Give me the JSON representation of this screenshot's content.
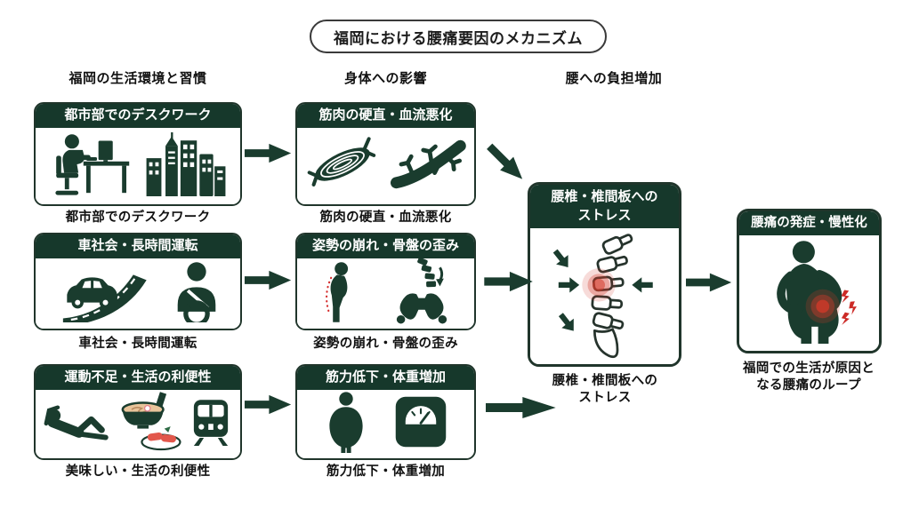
{
  "title": "福岡における腰痛要因のメカニズム",
  "column_headers": [
    "福岡の生活環境と習慣",
    "身体への影響",
    "腰への負担増加"
  ],
  "causes": [
    {
      "header": "都市部でのデスクワーク",
      "caption": "都市部でのデスクワーク",
      "icons": [
        "desk-worker-icon",
        "city-buildings-icon"
      ]
    },
    {
      "header": "車社会・長時間運転",
      "caption": "車社会・長時間運転",
      "icons": [
        "car-road-icon",
        "driver-icon"
      ]
    },
    {
      "header": "運動不足・生活の利便性",
      "caption": "美味しい・生活の利便性",
      "icons": [
        "lounging-person-icon",
        "ramen-sushi-icon",
        "train-icon"
      ]
    }
  ],
  "effects": [
    {
      "header": "筋肉の硬直・血流悪化",
      "caption": "筋肉の硬直・血流悪化",
      "icons": [
        "muscle-icon",
        "blood-vessel-icon"
      ]
    },
    {
      "header": "姿勢の崩れ・骨盤の歪み",
      "caption": "姿勢の崩れ・骨盤の歪み",
      "icons": [
        "slouched-posture-icon",
        "pelvis-tilt-icon"
      ]
    },
    {
      "header": "筋力低下・体重増加",
      "caption": "筋力低下・体重増加",
      "icons": [
        "overweight-person-icon",
        "weight-scale-icon"
      ]
    }
  ],
  "stress_box": {
    "header": "腰椎・椎間板への\nストレス",
    "caption": "腰椎・椎間板への\nストレス",
    "icons": [
      "lumbar-spine-compression-icon"
    ]
  },
  "result_box": {
    "header": "腰痛の発症・慢性化",
    "caption": "福岡での生活が原因と\nなる腰痛のループ",
    "icons": [
      "back-pain-person-icon"
    ]
  },
  "colors": {
    "dark_green": "#16382B",
    "icon_green": "#1A3C2E",
    "box_border": "#20352B",
    "accent_red": "#CC2A26",
    "pain_glow_red": "#D43A2A",
    "ramen_broth": "#E8C49A",
    "sushi_red": "#E2574B",
    "background": "#FFFFFF"
  }
}
